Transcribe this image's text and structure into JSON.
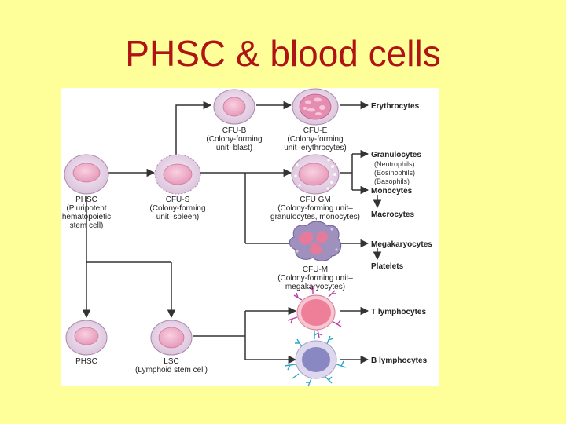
{
  "slide": {
    "title": "PHSC & blood cells"
  },
  "diagram": {
    "cfu_b": {
      "name": "CFU-B",
      "line1": "(Colony-forming",
      "line2": "unit–blast)"
    },
    "cfu_e": {
      "name": "CFU-E",
      "line1": "(Colony-forming",
      "line2": "unit–erythrocytes)"
    },
    "phsc_top": {
      "name": "PHSC",
      "line1": "(Pluripotent",
      "line2": "hematopoietic",
      "line3": "stem cell)"
    },
    "cfu_s": {
      "name": "CFU-S",
      "line1": "(Colony-forming",
      "line2": "unit–spleen)"
    },
    "cfu_gm": {
      "name": "CFU GM",
      "line1": "(Colony-forming unit–",
      "line2": "granulocytes, monocytes)"
    },
    "cfu_m": {
      "name": "CFU-M",
      "line1": "(Colony-forming unit–",
      "line2": "megakaryocytes)"
    },
    "phsc_bottom": {
      "name": "PHSC"
    },
    "lsc": {
      "name": "LSC",
      "line1": "(Lymphoid stem cell)"
    },
    "outputs": {
      "erythrocytes": "Erythrocytes",
      "granulocytes": "Granulocytes",
      "neutrophils": "(Neutrophils)",
      "eosinophils": "(Eosinophils)",
      "basophils": "(Basophils)",
      "monocytes": "Monocytes",
      "macrocytes": "Macrocytes",
      "megakaryocytes": "Megakaryocytes",
      "platelets": "Platelets",
      "t_lymphocytes": "T lymphocytes",
      "b_lymphocytes": "B lymphocytes"
    },
    "colors": {
      "cell_outer": "#ead7ea",
      "cell_inner": "#f3b4cf",
      "cell_stroke": "#a98aa9",
      "erythro_granule": "#d9668f",
      "mega_body": "#9a8ab8",
      "mega_nucleus": "#e57a9a",
      "t_cell": "#f07f96",
      "b_cell": "#8a88c2",
      "t_receptor": "#c03aa8",
      "b_receptor": "#29a7c8",
      "slide_bg": "#ffff99",
      "title": "#b01313"
    }
  }
}
